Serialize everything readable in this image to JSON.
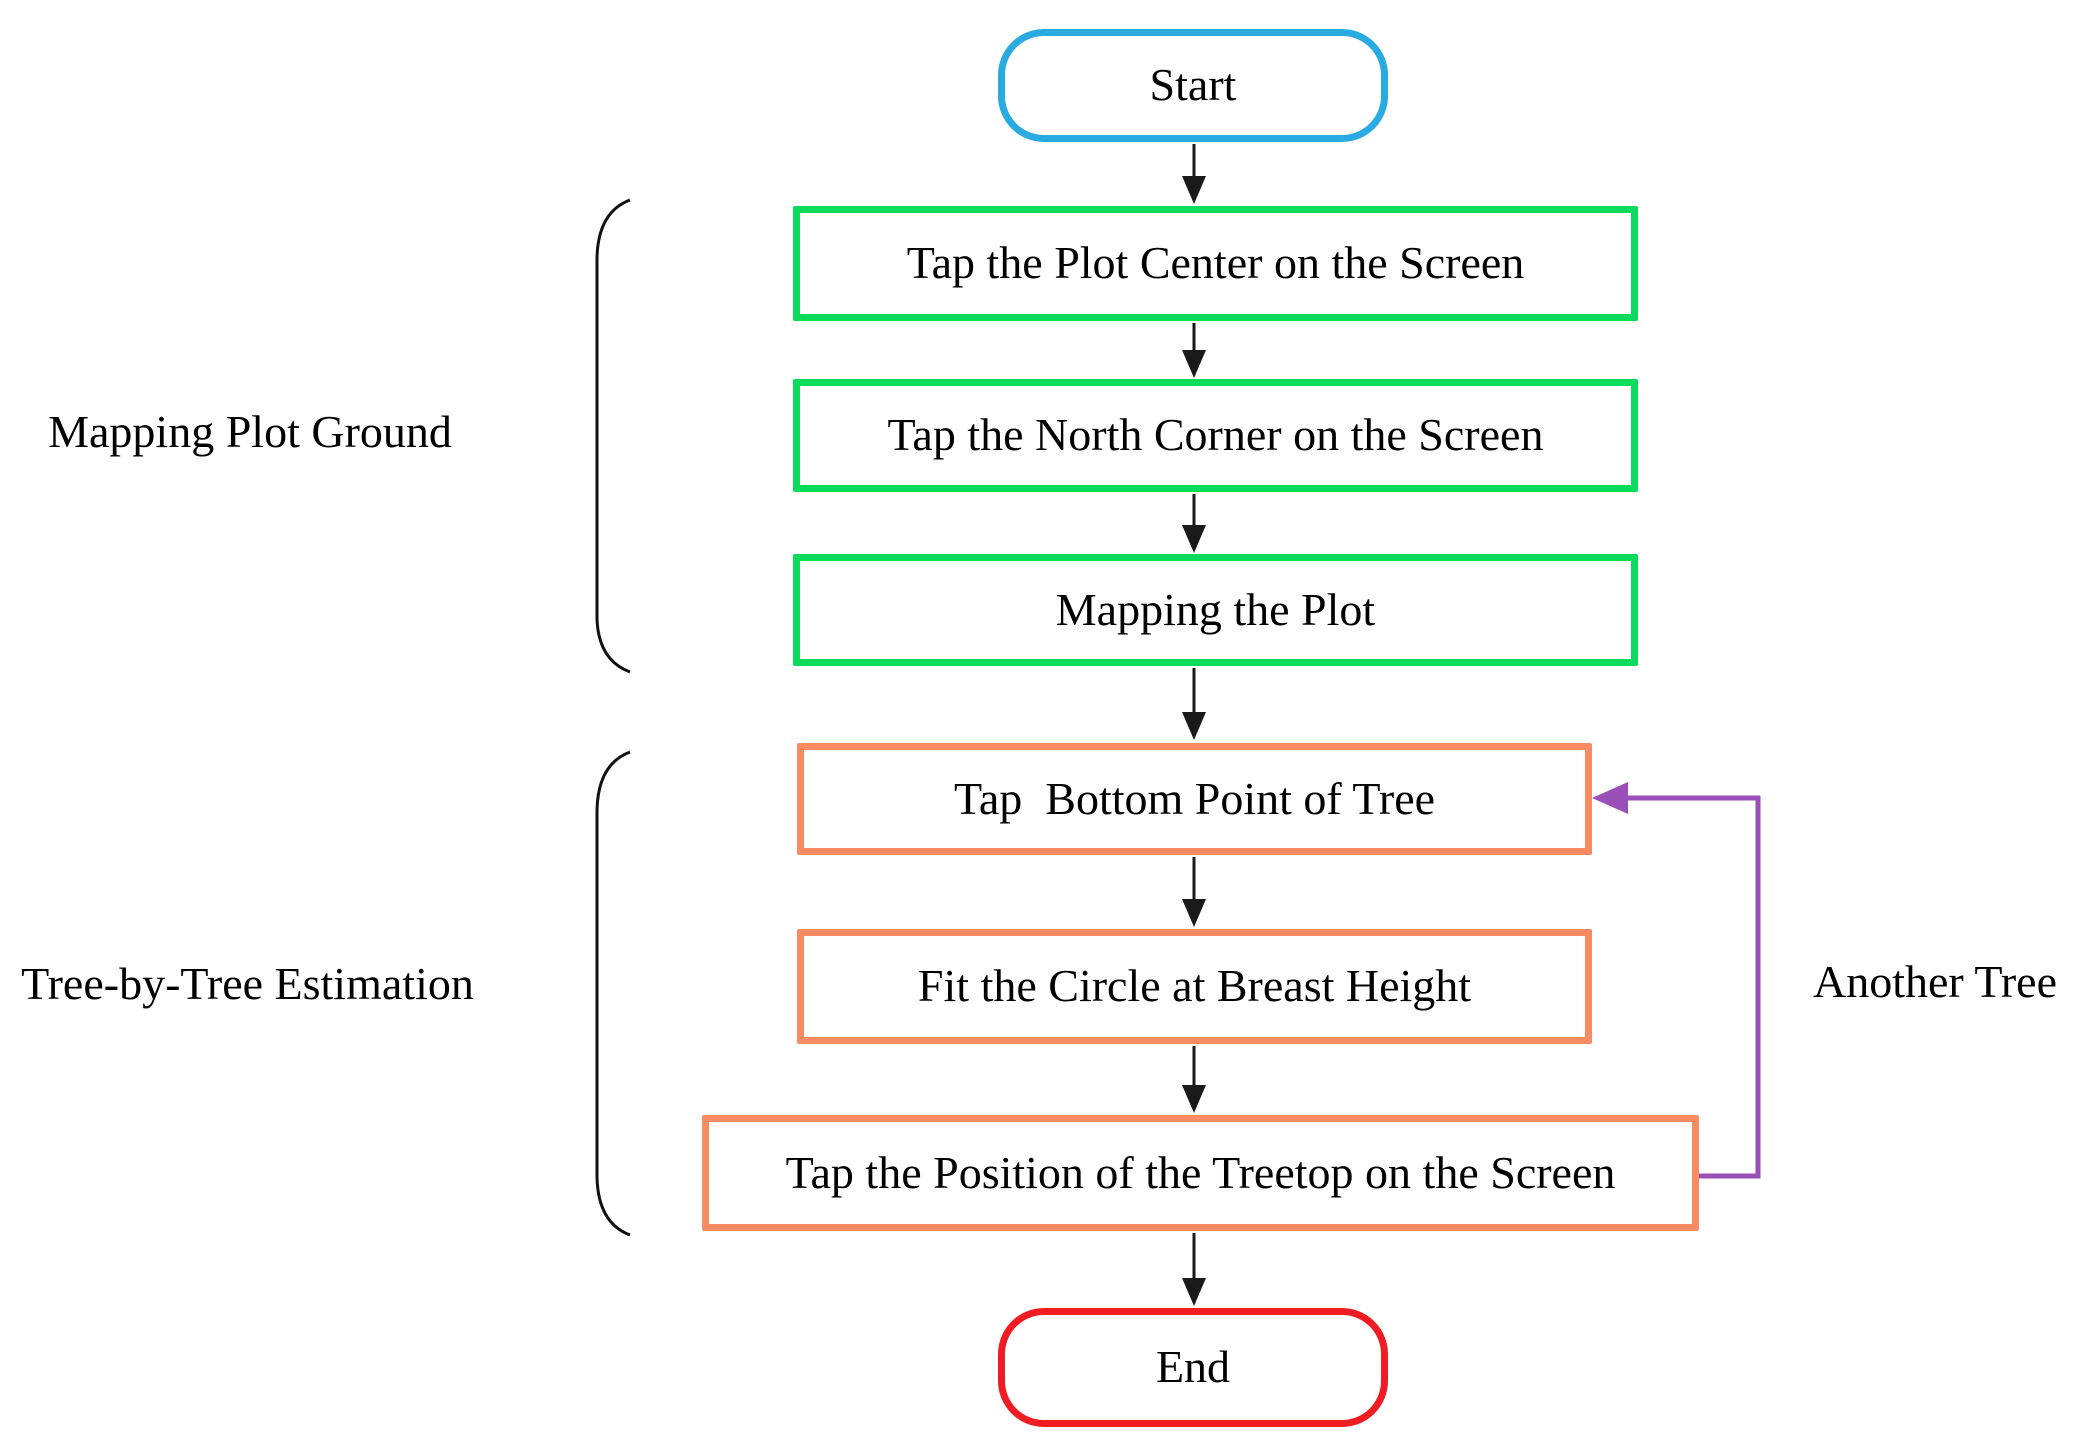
{
  "title": "Field measurement app workflow flowchart",
  "colors": {
    "start_border": "#29ABE2",
    "mapping_step_border": "#0BDB5B",
    "tree_step_border": "#F98B63",
    "end_border": "#EF1D23",
    "loop_purple": "#9A4FB8",
    "arrow_black": "#1A1A1A",
    "brace_black": "#111111",
    "text": "#000000",
    "background": "#FFFFFF"
  },
  "flowchart": {
    "start": {
      "label": "Start"
    },
    "steps_mapping": [
      {
        "label": "Tap the Plot Center on the Screen"
      },
      {
        "label": "Tap the North Corner on the Screen"
      },
      {
        "label": "Mapping the Plot"
      }
    ],
    "steps_tree": [
      {
        "label": "Tap  Bottom Point of Tree"
      },
      {
        "label": "Fit the Circle at Breast Height"
      },
      {
        "label": "Tap the Position of the Treetop on the Screen"
      }
    ],
    "end": {
      "label": "End"
    },
    "group_labels": [
      {
        "label": "Mapping Plot Ground"
      },
      {
        "label": "Tree-by-Tree Estimation"
      }
    ],
    "loop_label": "Another Tree"
  }
}
